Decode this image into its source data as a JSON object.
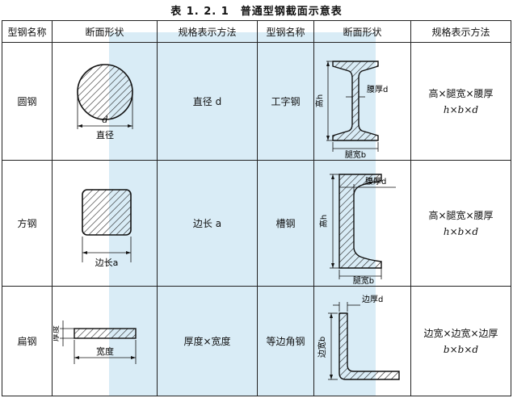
{
  "title": "表 1. 2. 1　普通型钢截面示意表",
  "headers": [
    "型钢名称",
    "断面形状",
    "规格表示方法",
    "型钢名称",
    "断面形状",
    "规格表示方法"
  ],
  "rows": [
    {
      "left_name": "圆钢",
      "left_spec": "直径 d",
      "left_labels": {
        "dim": "d",
        "caption": "直径"
      },
      "right_name": "工字钢",
      "right_spec_line1": "高×腿宽×腰厚",
      "right_spec_line2": "h×b×d",
      "right_labels": {
        "height": "高h",
        "web": "腰厚d",
        "flange": "腿宽b"
      }
    },
    {
      "left_name": "方钢",
      "left_spec": "边长 a",
      "left_labels": {
        "caption": "边长a"
      },
      "right_name": "槽钢",
      "right_spec_line1": "高×腿宽×腰厚",
      "right_spec_line2": "h×b×d",
      "right_labels": {
        "height": "高h",
        "web": "腰厚d",
        "flange": "腿宽b"
      }
    },
    {
      "left_name": "扁钢",
      "left_spec": "厚度×宽度",
      "left_labels": {
        "thickness": "厚度",
        "width": "宽度"
      },
      "right_name": "等边角钢",
      "right_spec_line1": "边宽×边宽×边厚",
      "right_spec_line2": "b×b×d",
      "right_labels": {
        "thickness": "边厚d",
        "width": "边宽b"
      }
    }
  ]
}
